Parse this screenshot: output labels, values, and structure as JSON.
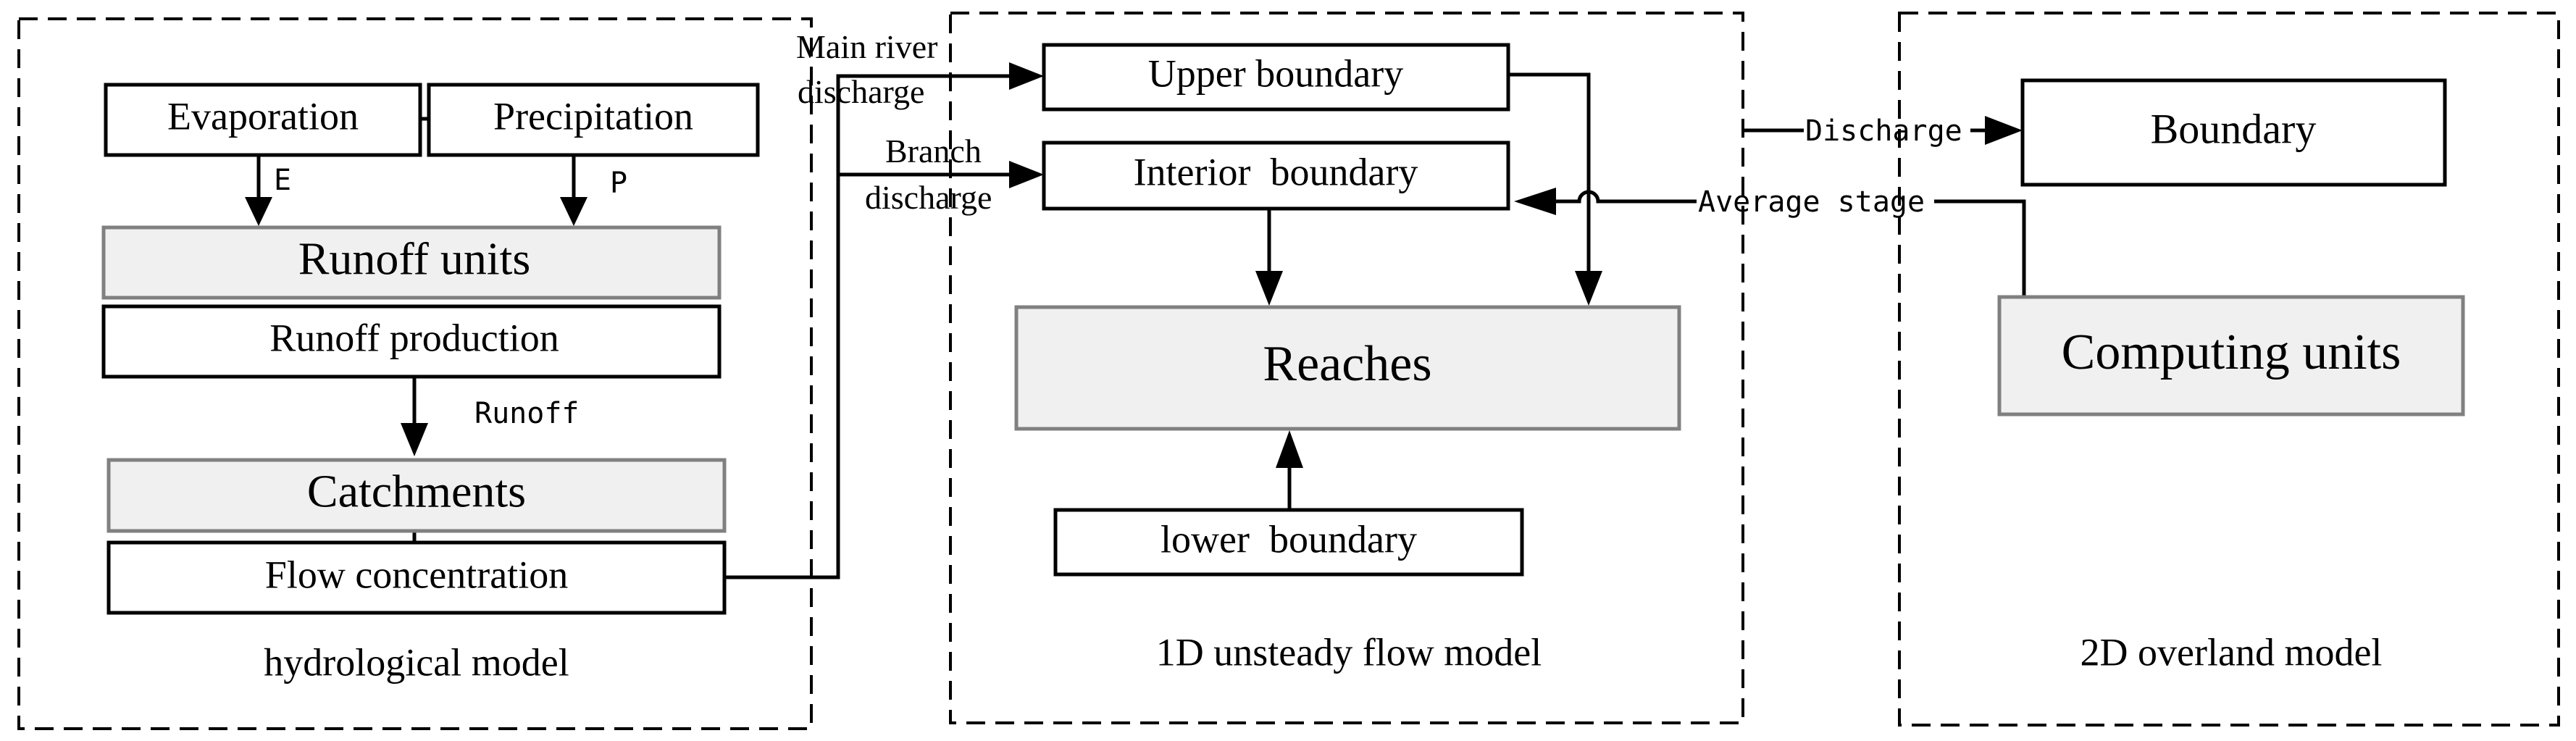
{
  "groups": {
    "hydrological": "hydrological model",
    "unsteady_1d": "1D unsteady flow model",
    "overland_2d": "2D overland model"
  },
  "boxes": {
    "evaporation": "Evaporation",
    "precipitation": "Precipitation",
    "runoff_units": "Runoff units",
    "runoff_production": "Runoff production",
    "catchments": "Catchments",
    "flow_concentration": "Flow concentration",
    "upper_boundary": "Upper boundary",
    "interior_boundary": "Interior  boundary",
    "reaches": "Reaches",
    "lower_boundary": "lower  boundary",
    "boundary_2d": "Boundary",
    "computing_units": "Computing units"
  },
  "labels": {
    "e": "E",
    "p": "P",
    "runoff": "Runoff",
    "main_river_1": "Main river",
    "main_river_2": "discharge",
    "branch_1": "Branch",
    "branch_2": "discharge",
    "discharge": "Discharge",
    "average_stage": "Average stage"
  },
  "colors": {
    "stroke": "#000000",
    "shaded_fill": "#f0f0f0",
    "shaded_stroke": "#808080"
  }
}
